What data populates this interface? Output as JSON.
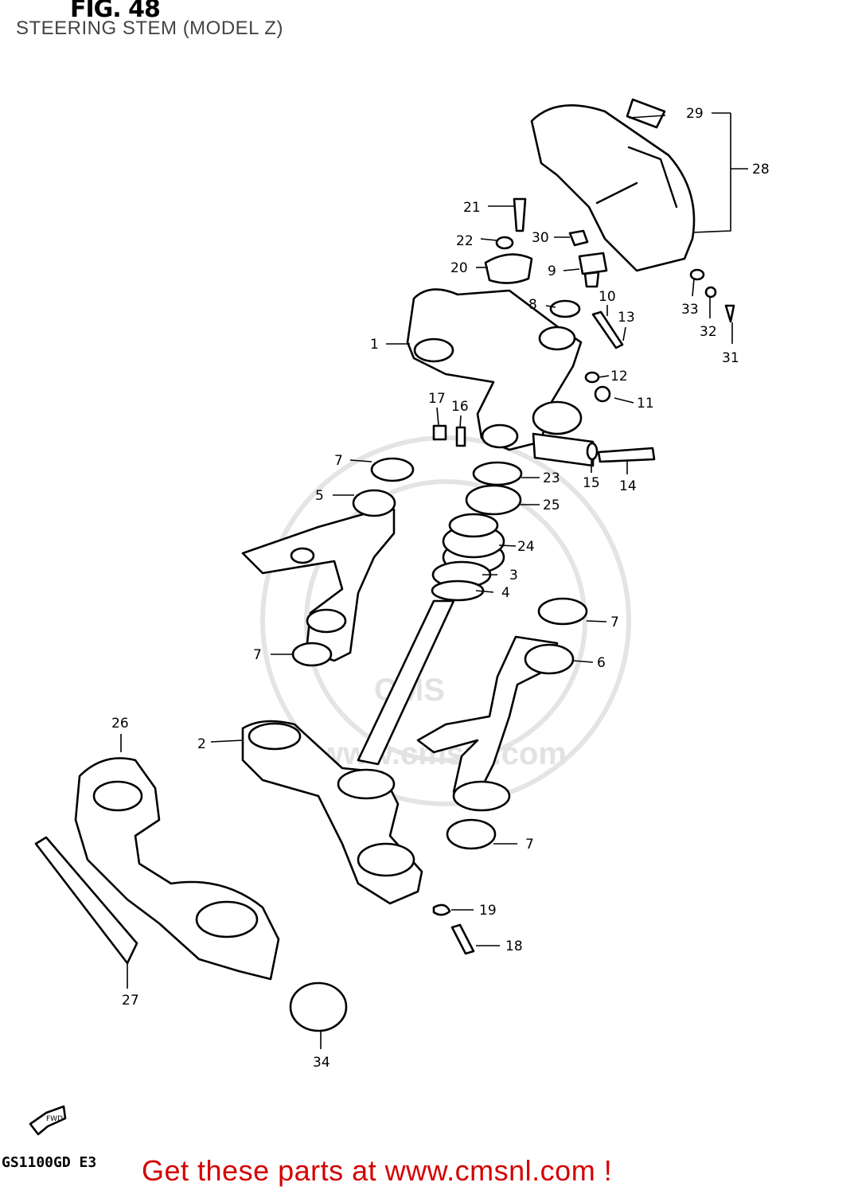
{
  "figure": {
    "number": "FIG. 48",
    "title": "STEERING STEM (MODEL Z)",
    "model_code": "GS1100GD E3",
    "footer": "Get these parts at www.cmsnl.com !",
    "watermark": "CMS",
    "watermark_url": "www.cmsnl.com",
    "front_arrow": "FWD"
  },
  "parts": [
    {
      "no": "1"
    },
    {
      "no": "2"
    },
    {
      "no": "3"
    },
    {
      "no": "4"
    },
    {
      "no": "5"
    },
    {
      "no": "6"
    },
    {
      "no": "7"
    },
    {
      "no": "8"
    },
    {
      "no": "9"
    },
    {
      "no": "10"
    },
    {
      "no": "11"
    },
    {
      "no": "12"
    },
    {
      "no": "13"
    },
    {
      "no": "14"
    },
    {
      "no": "15"
    },
    {
      "no": "16"
    },
    {
      "no": "17"
    },
    {
      "no": "18"
    },
    {
      "no": "19"
    },
    {
      "no": "20"
    },
    {
      "no": "21"
    },
    {
      "no": "22"
    },
    {
      "no": "23"
    },
    {
      "no": "24"
    },
    {
      "no": "25"
    },
    {
      "no": "26"
    },
    {
      "no": "27"
    },
    {
      "no": "28"
    },
    {
      "no": "29"
    },
    {
      "no": "30"
    },
    {
      "no": "31"
    },
    {
      "no": "32"
    },
    {
      "no": "33"
    },
    {
      "no": "34"
    }
  ]
}
